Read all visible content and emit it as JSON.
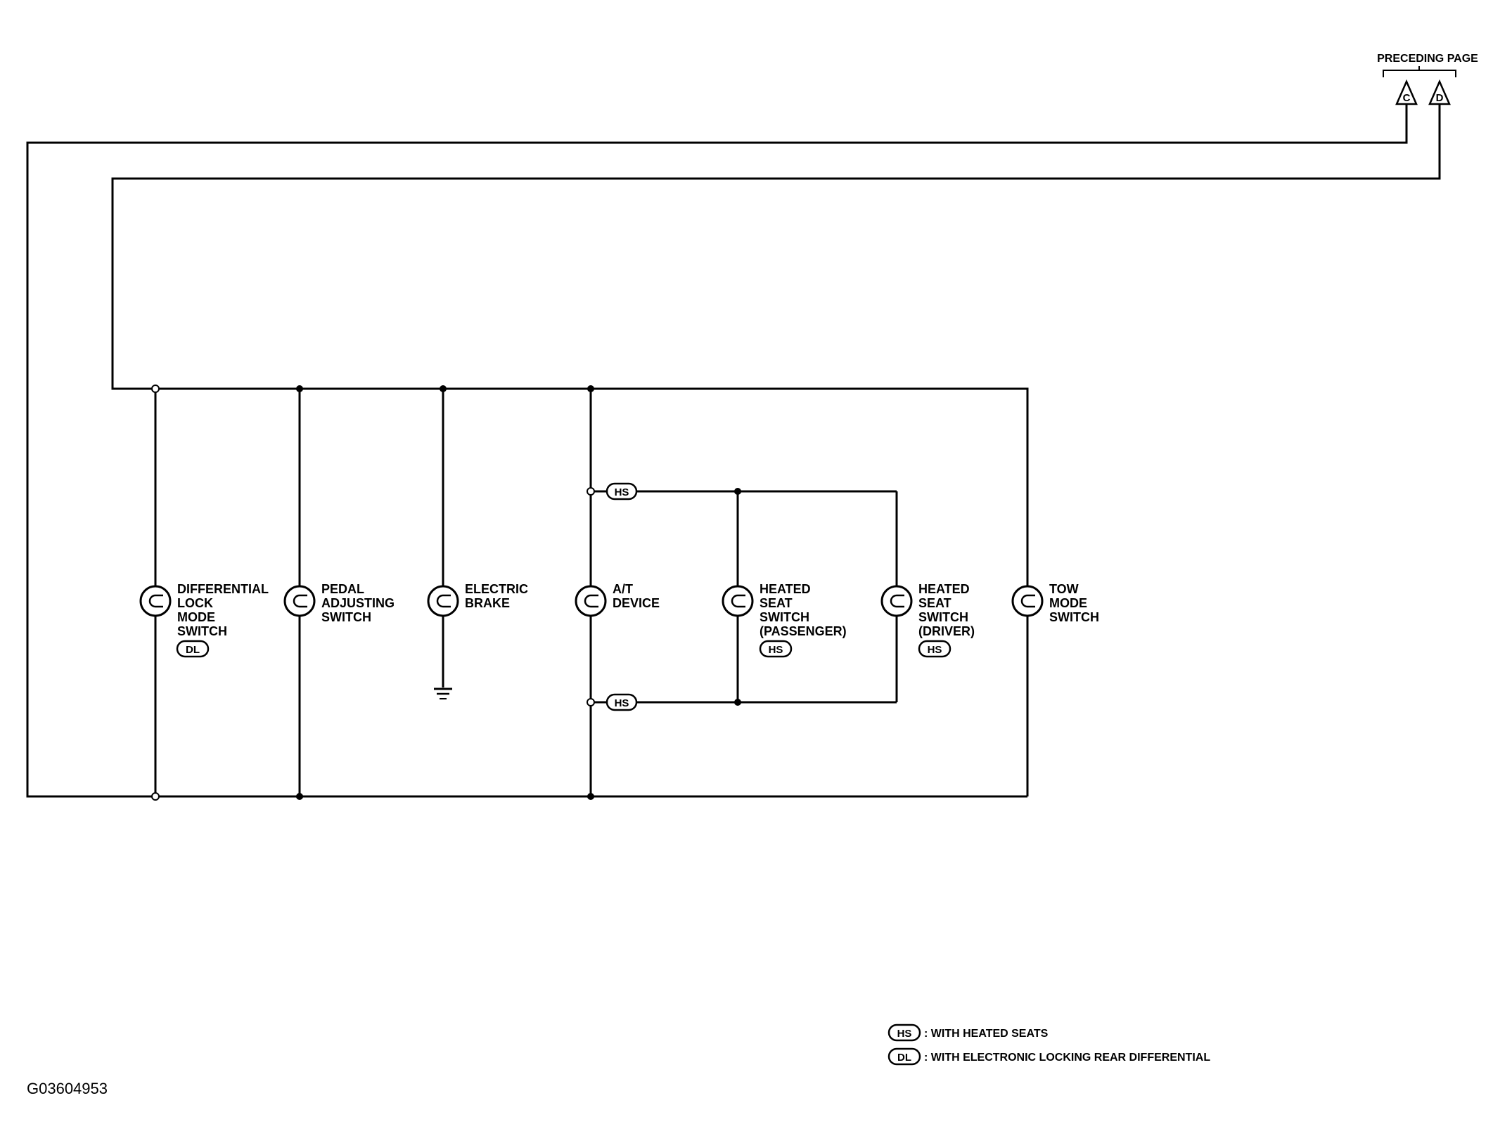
{
  "connectors_header": "PRECEDING PAGE",
  "connector_c": "C",
  "connector_d": "D",
  "components": {
    "diff_lock": {
      "lines": [
        "DIFFERENTIAL",
        "LOCK",
        "MODE",
        "SWITCH"
      ],
      "tag": "DL"
    },
    "pedal_adjusting": {
      "lines": [
        "PEDAL",
        "ADJUSTING",
        "SWITCH"
      ]
    },
    "electric_brake": {
      "lines": [
        "ELECTRIC",
        "BRAKE"
      ]
    },
    "at_device": {
      "lines": [
        "A/T",
        "DEVICE"
      ]
    },
    "heated_seat_passenger": {
      "lines": [
        "HEATED",
        "SEAT",
        "SWITCH",
        "(PASSENGER)"
      ],
      "tag": "HS"
    },
    "heated_seat_driver": {
      "lines": [
        "HEATED",
        "SEAT",
        "SWITCH",
        "(DRIVER)"
      ],
      "tag": "HS"
    },
    "tow_mode": {
      "lines": [
        "TOW",
        "MODE",
        "SWITCH"
      ]
    }
  },
  "splice_tag_upper": "HS",
  "splice_tag_lower": "HS",
  "legend": [
    {
      "code": "HS",
      "text": ": WITH HEATED SEATS"
    },
    {
      "code": "DL",
      "text": ": WITH ELECTRONIC LOCKING REAR DIFFERENTIAL"
    }
  ],
  "figure_id": "G03604953"
}
